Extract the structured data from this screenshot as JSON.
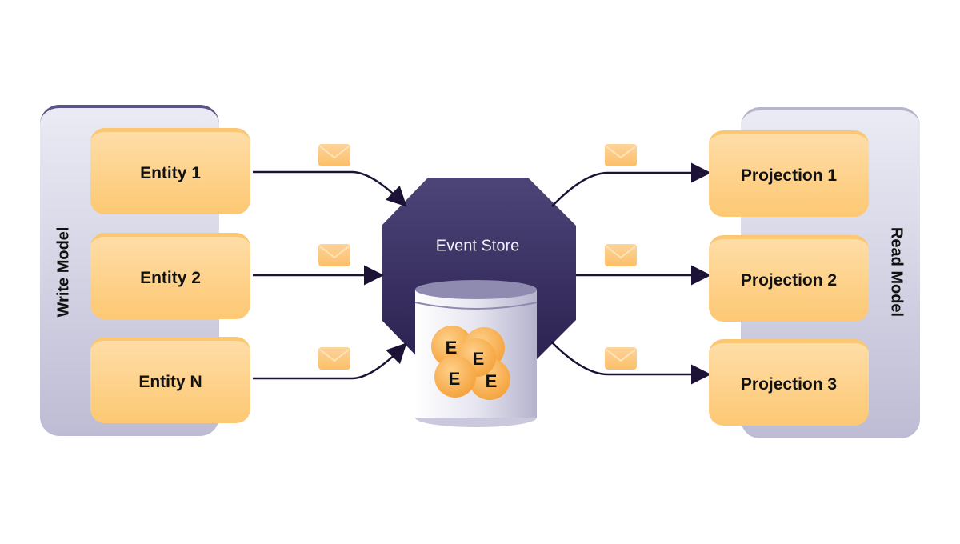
{
  "write_model": {
    "label": "Write Model",
    "entities": [
      "Entity 1",
      "Entity 2",
      "Entity N"
    ]
  },
  "read_model": {
    "label": "Read Model",
    "projections": [
      "Projection 1",
      "Projection 2",
      "Projection 3"
    ]
  },
  "event_store": {
    "label": "Event Store",
    "events": [
      "E",
      "E",
      "E",
      "E"
    ]
  },
  "colors": {
    "box_fill": "#fdd08a",
    "store_fill": "#3a2f63",
    "arrow": "#1b1236",
    "panel": "#d4d3e4"
  }
}
